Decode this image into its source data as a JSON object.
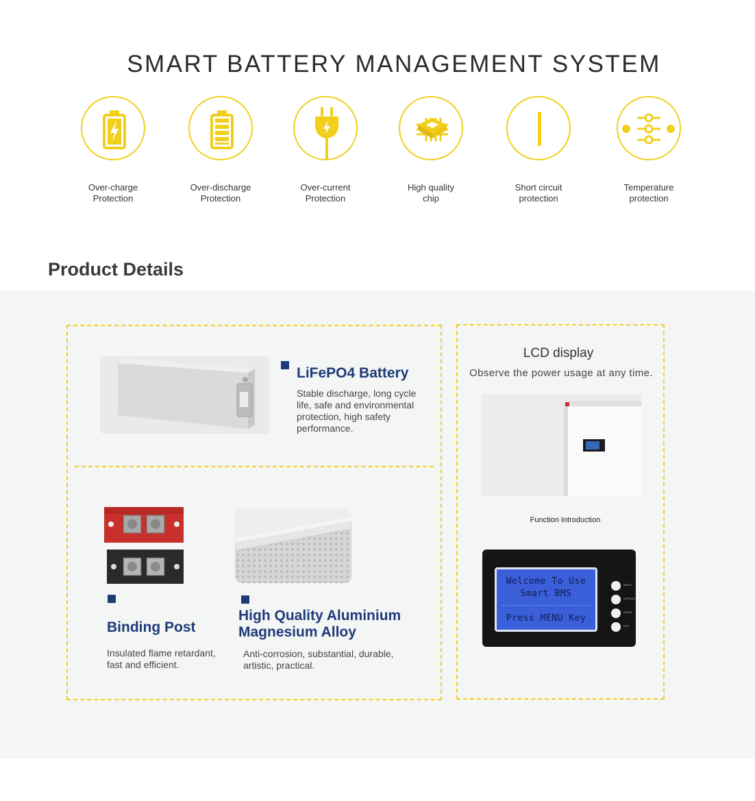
{
  "header": {
    "title": "SMART BATTERY MANAGEMENT SYSTEM"
  },
  "features": [
    {
      "icon": "battery-charge-icon",
      "label": "Over-charge\nProtection"
    },
    {
      "icon": "battery-discharge-icon",
      "label": "Over-discharge\nProtection"
    },
    {
      "icon": "plug-icon",
      "label": "Over-current\nProtection"
    },
    {
      "icon": "chip-icon",
      "label": "High quality\nchip"
    },
    {
      "icon": "short-circuit-icon",
      "label": "Short circuit\nprotection"
    },
    {
      "icon": "temperature-sliders-icon",
      "label": "Temperature\nprotection"
    }
  ],
  "details": {
    "title": "Product Details",
    "battery": {
      "heading": "LiFePO4 Battery",
      "description": "Stable discharge, long cycle life, safe and environmental protection, high safety performance."
    },
    "binding_post": {
      "heading": "Binding Post",
      "description": "Insulated flame retardant, fast and efficient."
    },
    "alloy": {
      "heading": "High Quality Aluminium Magnesium Alloy",
      "description": "Anti-corrosion, substantial, durable, artistic, practical."
    },
    "lcd": {
      "title": "LCD display",
      "subtitle": "Observe the power usage at any time.",
      "function_label": "Function Introduction",
      "screen_line1": "Welcome To Use",
      "screen_line2": "Smart BMS",
      "screen_line3": "Press MENU Key",
      "buttons": [
        "MENU",
        "UP/PLUS",
        "DOWN",
        "ESC"
      ]
    }
  },
  "colors": {
    "accent": "#f2cf1b",
    "heading_blue": "#1e3a78",
    "panel_bg": "#f4f6f5"
  }
}
